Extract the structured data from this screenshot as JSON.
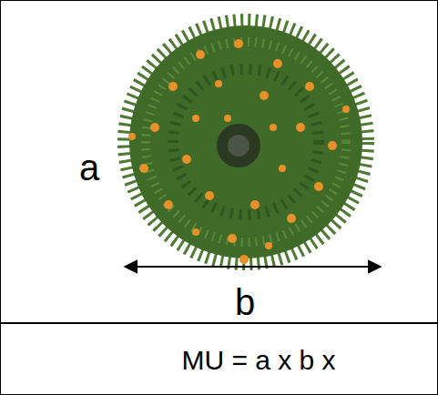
{
  "diagram": {
    "nodes": [
      {
        "text": [
          "a",
          "b"
        ]
      },
      {
        "text": [
          "MU = a x b x"
        ]
      }
    ]
  }
}
